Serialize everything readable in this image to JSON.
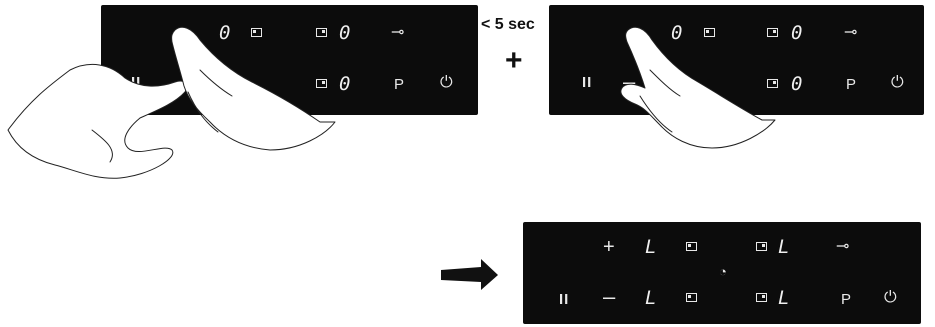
{
  "step1": {
    "zone_digit_top_left": "0",
    "zone_digit_top_right": "0",
    "zone_digit_bottom_right": "0",
    "pause_label": "II",
    "p_label": "P",
    "power_icon": "power-icon",
    "key_icon": "key-lock-icon"
  },
  "transition": {
    "timing": "< 5 sec",
    "plus": "+"
  },
  "step2": {
    "zone_digit_top_left": "0",
    "zone_digit_top_right": "0",
    "zone_digit_bottom_right": "0",
    "pause_label": "II",
    "minus_label": "–",
    "p_label": "P",
    "power_icon": "power-icon",
    "key_icon": "key-lock-icon"
  },
  "result": {
    "plus_label": "+",
    "minus_label": "–",
    "zone_digit_top_left": "L",
    "zone_digit_top_right": "L",
    "zone_digit_bottom_left": "L",
    "zone_digit_bottom_right": "L",
    "pause_label": "II",
    "p_label": "P",
    "timer_icon": "timer-icon",
    "power_icon": "power-icon",
    "key_icon": "key-lock-icon"
  },
  "arrow_icon": "right-arrow-icon"
}
